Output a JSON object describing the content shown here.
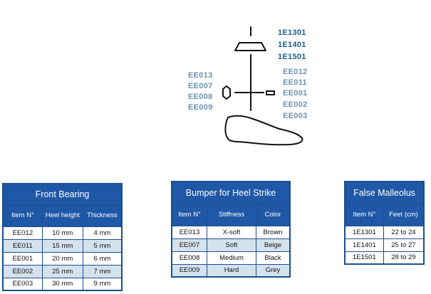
{
  "diagram": {
    "codes_top": [
      "1E1301",
      "1E1401",
      "1E1501"
    ],
    "codes_left": [
      "EE013",
      "EE007",
      "EE008",
      "EE009"
    ],
    "codes_right": [
      "EE012",
      "EE011",
      "EE001",
      "EE002",
      "EE003"
    ]
  },
  "front_bearing": {
    "title": "Front Bearing",
    "headers": [
      "Item N°",
      "Heel height",
      "Thickness"
    ],
    "rows": [
      [
        "EE012",
        "10 mm",
        "4 mm"
      ],
      [
        "EE011",
        "15 mm",
        "5 mm"
      ],
      [
        "EE001",
        "20 mm",
        "6 mm"
      ],
      [
        "EE002",
        "25 mm",
        "7 mm"
      ],
      [
        "EE003",
        "30 mm",
        "9 mm"
      ]
    ]
  },
  "bumper": {
    "title": "Bumper for Heel Strike",
    "headers": [
      "Item N°",
      "Stiffness",
      "Color"
    ],
    "rows": [
      [
        "EE013",
        "X-soft",
        "Brown"
      ],
      [
        "EE007",
        "Soft",
        "Beige"
      ],
      [
        "EE008",
        "Medium",
        "Black"
      ],
      [
        "EE009",
        "Hard",
        "Grey"
      ]
    ]
  },
  "false_malleolus": {
    "title": "False Malleolus",
    "headers": [
      "Item N°",
      "Feet (cm)"
    ],
    "rows": [
      [
        "1E1301",
        "22 to 24"
      ],
      [
        "1E1401",
        "25 to 27"
      ],
      [
        "1E1501",
        "28 to 29"
      ]
    ]
  }
}
